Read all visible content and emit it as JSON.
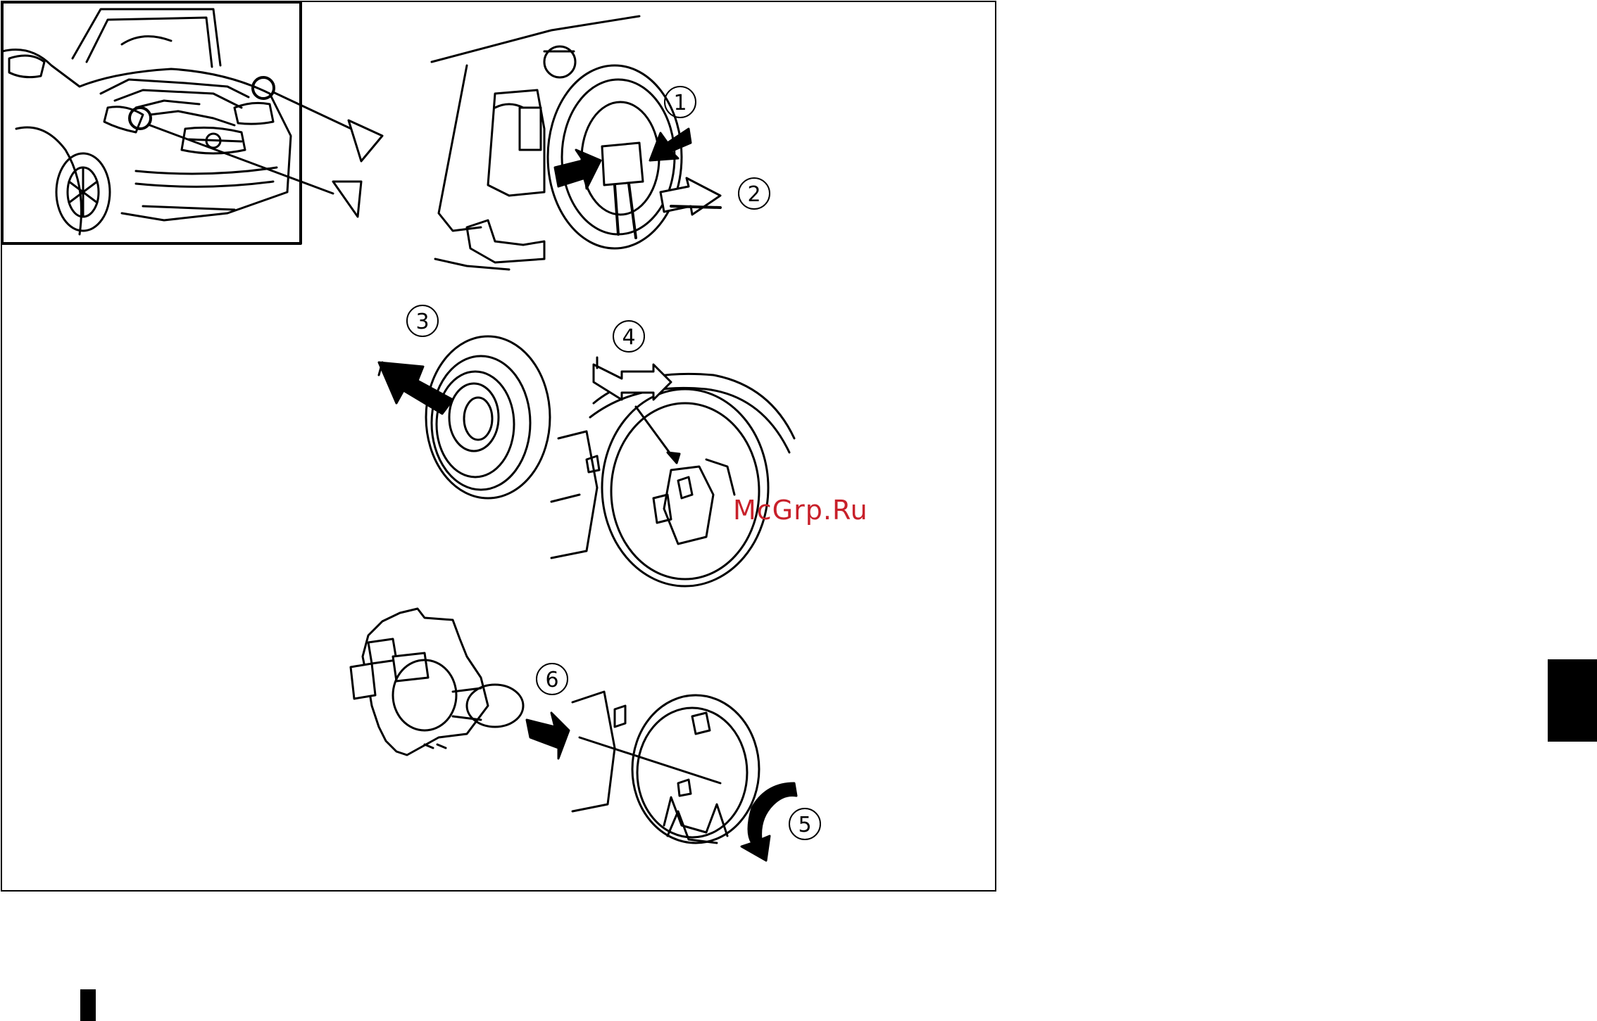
{
  "figure": {
    "callouts": [
      "1",
      "2",
      "3",
      "4",
      "5",
      "6"
    ]
  },
  "watermark": {
    "text": "McGrp.Ru",
    "color": "#c8202a"
  },
  "colors": {
    "line": "#000000",
    "background": "#ffffff",
    "tab": "#000000"
  },
  "icons": [
    "car-front-icon",
    "connector-icon",
    "dust-cover-icon",
    "retaining-spring-icon",
    "bulb-icon",
    "arrow-icon",
    "curved-arrow-icon"
  ]
}
